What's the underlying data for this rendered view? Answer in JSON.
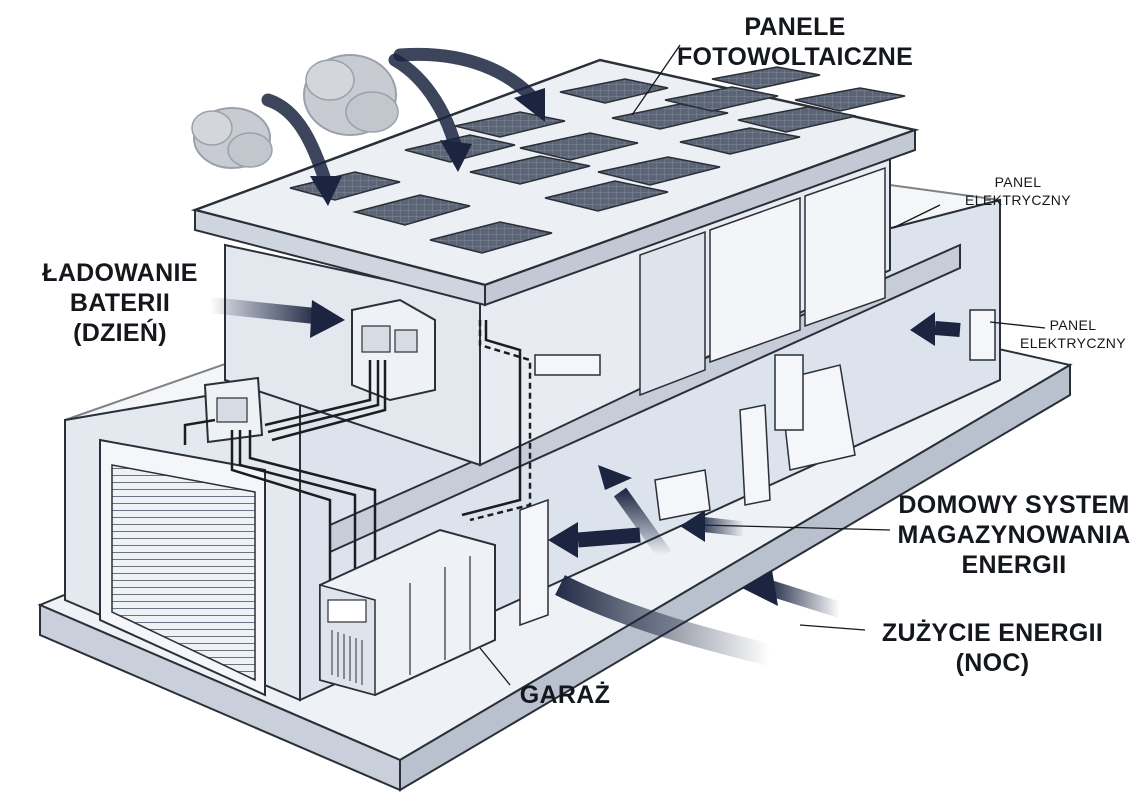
{
  "labels": {
    "pv_panels": [
      "PANELE",
      "FOTOWOLTAICZNE"
    ],
    "battery_charging": [
      "ŁADOWANIE",
      "BATERII",
      "(DZIEŃ)"
    ],
    "electrical_panel_top": [
      "PANEL",
      "ELEKTRYCZNY"
    ],
    "electrical_panel_side": [
      "PANEL",
      "ELEKTRYCZNY"
    ],
    "home_storage": [
      "DOMOWY SYSTEM",
      "MAGAZYNOWANIA",
      "ENERGII"
    ],
    "consumption": [
      "ZUŻYCIE ENERGII",
      "(NOC)"
    ],
    "garage": [
      "GARAŻ"
    ]
  },
  "colors": {
    "outline": "#2a2f38",
    "wall": "#e9edf3",
    "wall_shade": "#d6dce6",
    "panel": "#586272",
    "arrow": "#1b2540",
    "cloud": "#c8ccd2"
  }
}
